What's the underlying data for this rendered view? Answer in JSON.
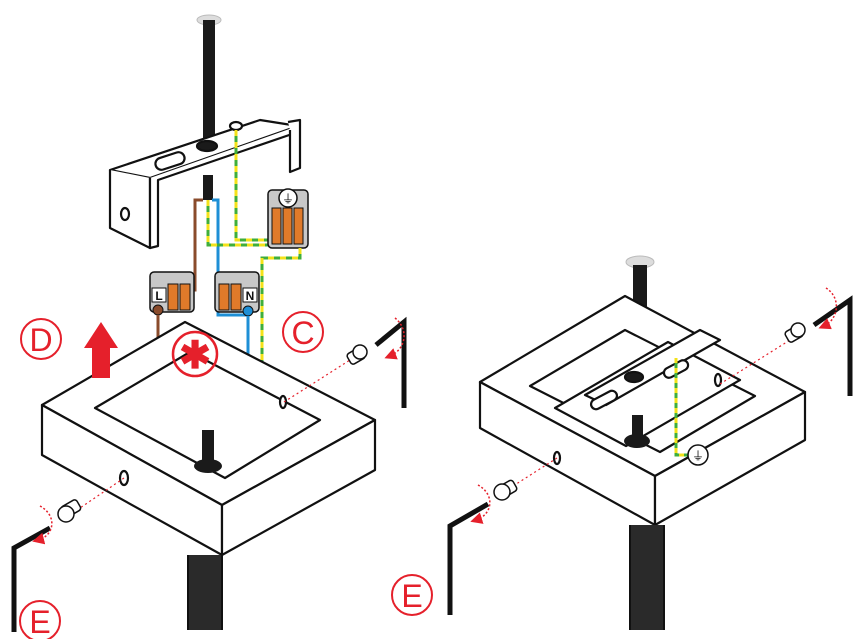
{
  "labels": {
    "step_d": "D",
    "step_c": "C",
    "step_e_left": "E",
    "step_e_right": "E",
    "live": "L",
    "neutral": "N",
    "attention": "✱",
    "earth": "⏚"
  },
  "colors": {
    "accent_red": "#e5202b",
    "wire_brown": "#8a4b2b",
    "wire_blue": "#1e8fd6",
    "wire_green": "#3fae3a",
    "wire_yellow": "#f3e21a",
    "connector_orange": "#e07a2a",
    "connector_grey": "#c8c8c8",
    "rod_black": "#1a1a1a",
    "outline": "#111111"
  },
  "icons": [
    "attention-asterisk-icon",
    "earth-symbol-icon",
    "rotate-arrow-icon",
    "up-arrow-icon",
    "screw-icon",
    "hex-key-icon"
  ]
}
